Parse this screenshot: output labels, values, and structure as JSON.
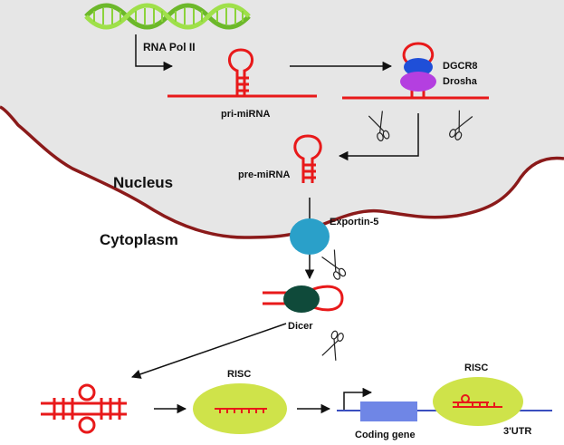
{
  "labels": {
    "rna_pol": "RNA Pol II",
    "pri_mirna": "pri-miRNA",
    "dgcr8": "DGCR8",
    "drosha": "Drosha",
    "pre_mirna": "pre-miRNA",
    "nucleus": "Nucleus",
    "cytoplasm": "Cytoplasm",
    "exportin": "Exportin-5",
    "dicer": "Dicer",
    "risc_left": "RISC",
    "risc_right": "RISC",
    "coding_gene": "Coding gene",
    "utr": "3'UTR"
  },
  "colors": {
    "nucleus_fill": "#e6e6e6",
    "membrane": "#8b1a1a",
    "rna": "#e8191a",
    "dna_green": "#8bd33a",
    "dgcr8": "#1f4fd8",
    "drosha": "#b43fe0",
    "exportin": "#2aa0c9",
    "dicer": "#0f4a3a",
    "risc": "#cfe34a",
    "gene_box": "#6f86e6",
    "gene_line": "#3a4fbf"
  },
  "icons": [
    "scissors-icon"
  ]
}
